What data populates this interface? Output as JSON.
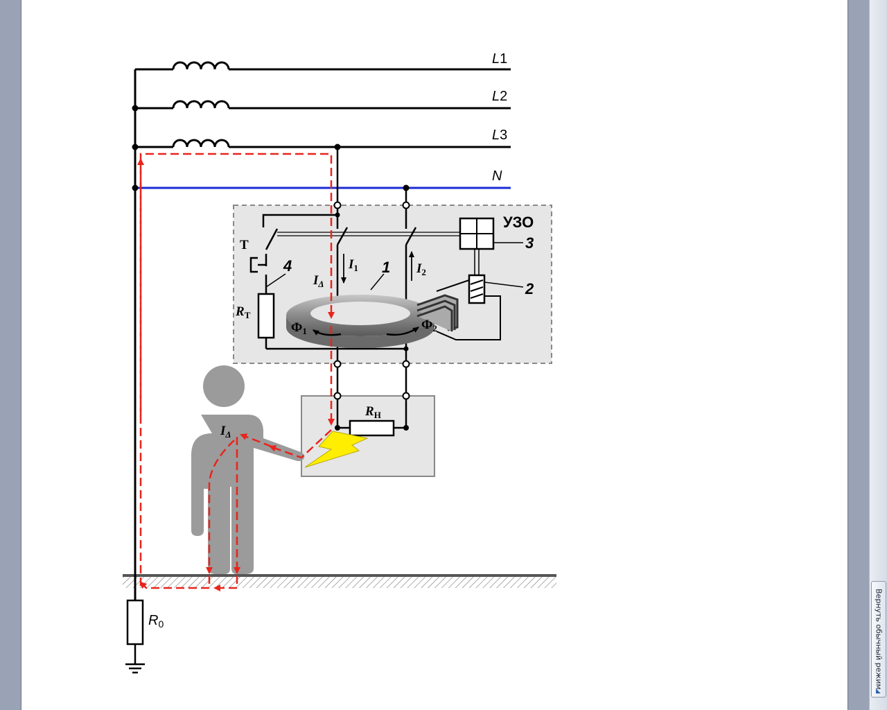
{
  "diagram": {
    "phases": {
      "l1": "L",
      "l1_sub": "1",
      "l2": "L",
      "l2_sub": "2",
      "l3": "L",
      "l3_sub": "3",
      "n": "N"
    },
    "device": {
      "title": "УЗО",
      "num1": "1",
      "num2": "2",
      "num3": "3",
      "num4": "4",
      "test": "Т",
      "rt": "R",
      "rt_sub": "Т",
      "i1": "I",
      "i1_sub": "1",
      "i2": "I",
      "i2_sub": "2",
      "idelta": "I",
      "idelta_sub": "Δ",
      "f1": "Ф",
      "f1_sub": "1",
      "f2": "Ф",
      "f2_sub": "2"
    },
    "load": {
      "rn": "R",
      "rn_sub": "Н"
    },
    "person": {
      "idelta": "I",
      "idelta_sub": "Δ"
    },
    "ground": {
      "r0": "R",
      "r0_sub": "0"
    }
  },
  "sidebar": {
    "return_label": "Вернуть обычный режим"
  },
  "colors": {
    "neutral": "#1a2bd6",
    "fault": "#e8241c",
    "device_bg": "#e6e6e6",
    "person": "#9b9b9b",
    "spark": "#ffee00"
  }
}
